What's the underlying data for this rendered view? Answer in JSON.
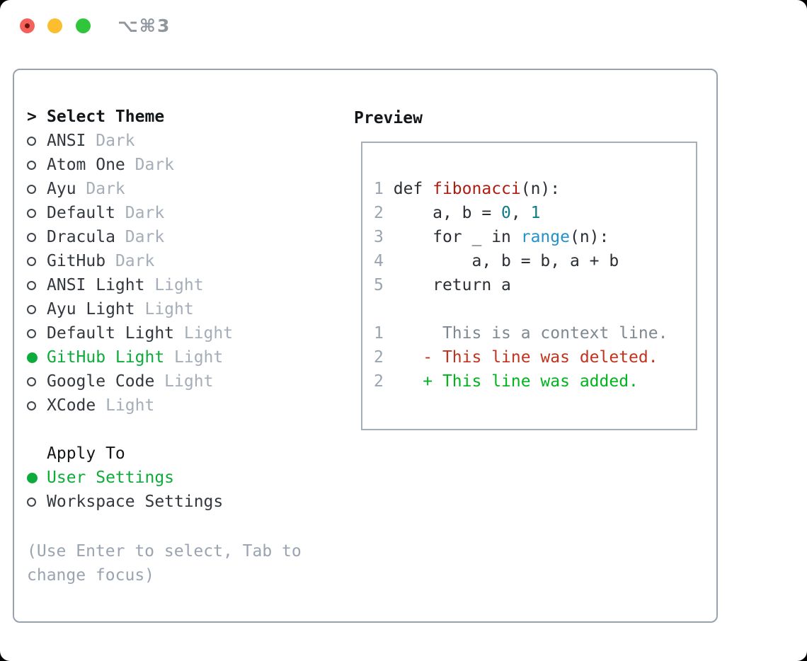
{
  "window": {
    "shortcut_label": "⌥⌘3",
    "traffic_lights": [
      "close",
      "minimize",
      "zoom"
    ]
  },
  "theme_panel": {
    "prompt": ">",
    "title": "Select Theme",
    "items": [
      {
        "name": "ANSI",
        "variant": "Dark",
        "selected": false
      },
      {
        "name": "Atom One",
        "variant": "Dark",
        "selected": false
      },
      {
        "name": "Ayu",
        "variant": "Dark",
        "selected": false
      },
      {
        "name": "Default",
        "variant": "Dark",
        "selected": false
      },
      {
        "name": "Dracula",
        "variant": "Dark",
        "selected": false
      },
      {
        "name": "GitHub",
        "variant": "Dark",
        "selected": false
      },
      {
        "name": "ANSI Light",
        "variant": "Light",
        "selected": false
      },
      {
        "name": "Ayu Light",
        "variant": "Light",
        "selected": false
      },
      {
        "name": "Default Light",
        "variant": "Light",
        "selected": false
      },
      {
        "name": "GitHub Light",
        "variant": "Light",
        "selected": true
      },
      {
        "name": "Google Code",
        "variant": "Light",
        "selected": false
      },
      {
        "name": "XCode",
        "variant": "Light",
        "selected": false
      }
    ],
    "apply_to": {
      "title": "Apply To",
      "options": [
        {
          "label": "User Settings",
          "selected": true
        },
        {
          "label": "Workspace Settings",
          "selected": false
        }
      ]
    },
    "help": "(Use Enter to select, Tab to change focus)"
  },
  "preview": {
    "title": "Preview",
    "lines": [
      {
        "no": "1",
        "tokens": [
          [
            "plain",
            "def "
          ],
          [
            "function",
            "fibonacci"
          ],
          [
            "plain",
            "(n):"
          ]
        ]
      },
      {
        "no": "2",
        "tokens": [
          [
            "plain",
            "    a, b = "
          ],
          [
            "number",
            "0"
          ],
          [
            "plain",
            ", "
          ],
          [
            "number",
            "1"
          ]
        ]
      },
      {
        "no": "3",
        "tokens": [
          [
            "plain",
            "    for _ in "
          ],
          [
            "builtin",
            "range"
          ],
          [
            "plain",
            "(n):"
          ]
        ]
      },
      {
        "no": "4",
        "tokens": [
          [
            "plain",
            "        a, b = b, a + b"
          ]
        ]
      },
      {
        "no": "5",
        "tokens": [
          [
            "plain",
            "    return a"
          ]
        ]
      },
      {
        "no": "",
        "tokens": []
      },
      {
        "no": "1",
        "tokens": [
          [
            "context",
            "     This is a context line."
          ]
        ]
      },
      {
        "no": "2",
        "tokens": [
          [
            "deleted",
            "   - This line was deleted."
          ]
        ]
      },
      {
        "no": "2",
        "tokens": [
          [
            "added",
            "   + This line was added."
          ]
        ]
      }
    ]
  },
  "colors": {
    "selected_green": "#0dab3b",
    "added_green": "#00b41e",
    "deleted_red": "#c2331f",
    "function_red": "#ae1c12",
    "number_teal": "#0e7c86",
    "builtin_blue": "#2391c8",
    "panel_border": "#99a2ac",
    "preview_border": "#a7adb5",
    "traffic_red": "#f4615b",
    "traffic_yellow": "#fcbd2f",
    "traffic_green": "#2fc63c"
  }
}
